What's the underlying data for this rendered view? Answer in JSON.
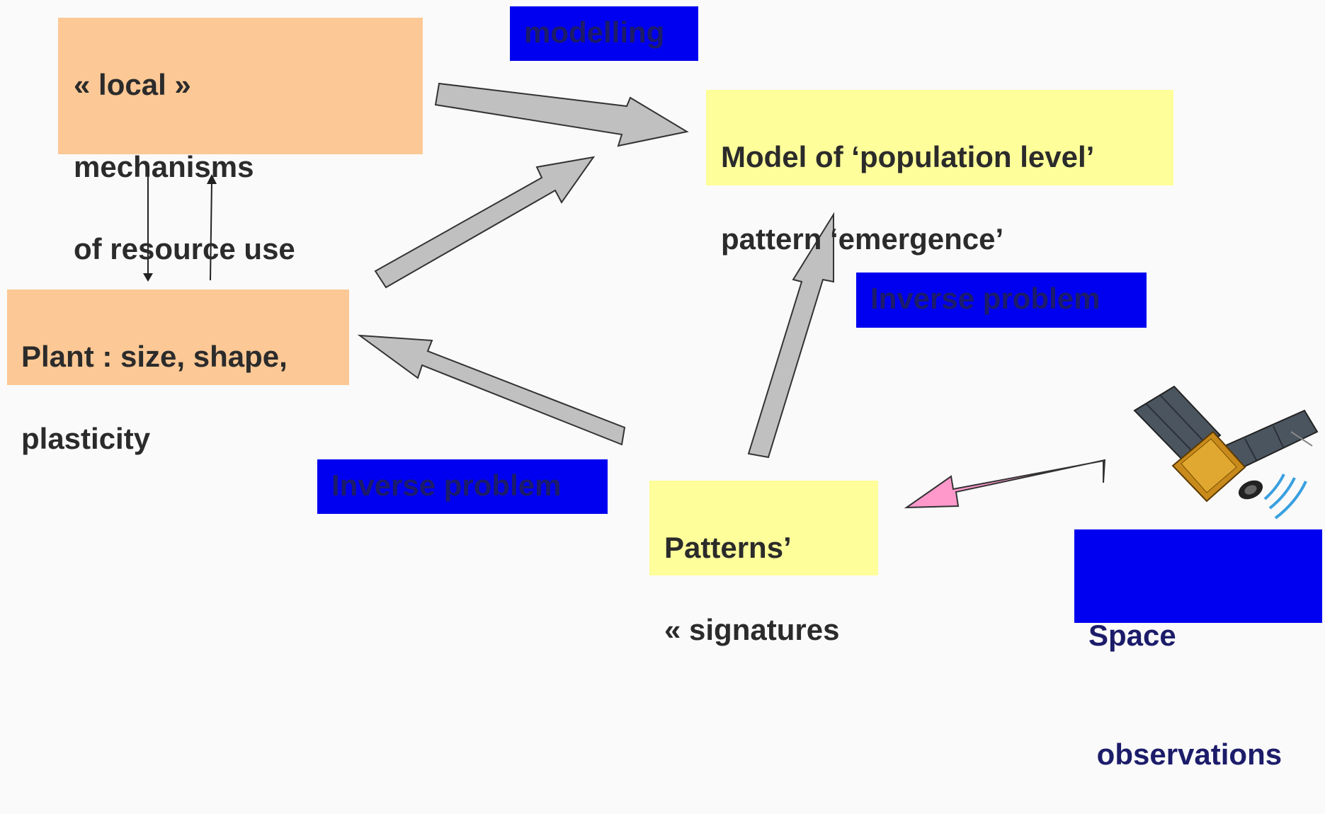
{
  "boxes": {
    "local_mechanisms": {
      "lines": [
        "« local »",
        "mechanisms",
        "of resource use"
      ]
    },
    "plant": {
      "lines": [
        "Plant : size, shape,",
        "plasticity"
      ]
    },
    "model": {
      "lines": [
        "Model of ‘population level’",
        "pattern  ‘emergence’"
      ]
    },
    "patterns": {
      "lines": [
        "Patterns’",
        "« signatures"
      ]
    }
  },
  "labels": {
    "modelling": "modelling",
    "inverse_problem_right": "Inverse problem",
    "inverse_problem_left": "Inverse problem",
    "space_observations": [
      "Space",
      " observations"
    ]
  },
  "icons": {
    "satellite": "satellite-icon"
  },
  "colors": {
    "orange_box": "#fcc895",
    "yellow_box": "#fefe9a",
    "blue_label": "#0000f0",
    "gray_arrow": "#c0c0c0",
    "pink_arrow": "#ff99cc"
  }
}
